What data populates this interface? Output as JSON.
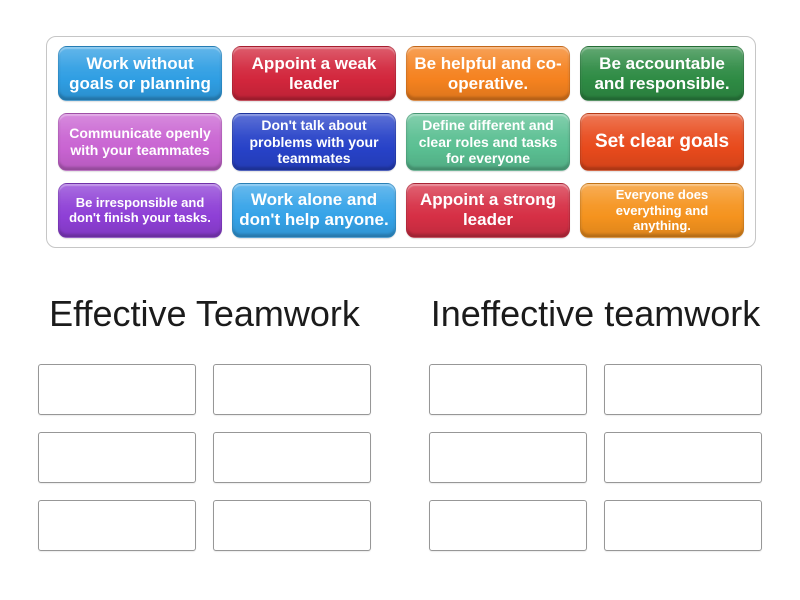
{
  "pool": {
    "tiles": [
      {
        "label": "Work without goals or planning",
        "color": "#2f9ee3"
      },
      {
        "label": "Appoint a weak leader",
        "color": "#d2263c"
      },
      {
        "label": "Be helpful and co-operative.",
        "color": "#f5821f"
      },
      {
        "label": "Be accountable and responsible.",
        "color": "#2e8b44"
      },
      {
        "label": "Communicate openly with your teammates",
        "color": "#c964d2"
      },
      {
        "label": "Don't talk about problems with your teammates",
        "color": "#2742c8"
      },
      {
        "label": "Define different and clear roles and tasks for everyone",
        "color": "#5abf92"
      },
      {
        "label": "Set clear goals",
        "color": "#e84a1c"
      },
      {
        "label": "Be irresponsible and don't finish your tasks.",
        "color": "#8e3fd6"
      },
      {
        "label": "Work alone and don't help anyone.",
        "color": "#35a3e8"
      },
      {
        "label": "Appoint a strong leader",
        "color": "#d62f45"
      },
      {
        "label": "Everyone does everything and anything.",
        "color": "#f5931e"
      }
    ]
  },
  "groups": [
    {
      "title": "Effective Teamwork",
      "slot_count": 6
    },
    {
      "title": "Ineffective teamwork",
      "slot_count": 6
    }
  ]
}
